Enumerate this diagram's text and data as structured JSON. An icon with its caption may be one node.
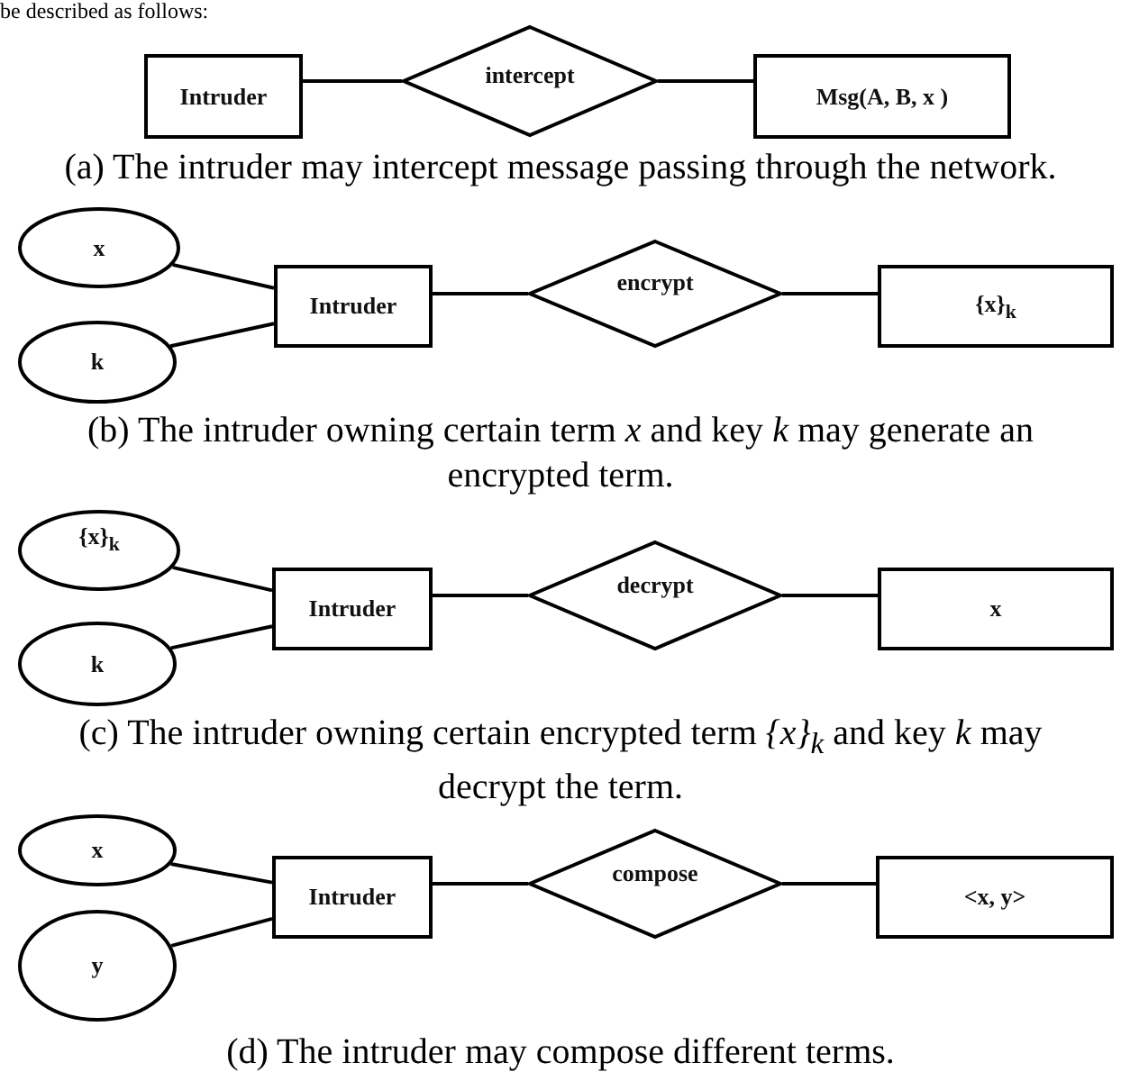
{
  "diagram": {
    "nodes": [
      {
        "text": [
          "Intruder"
        ]
      },
      {
        "text": [
          "intercept"
        ]
      },
      {
        "text": [
          "Msg(A, B, x )"
        ]
      },
      {
        "text": [
          "x"
        ]
      },
      {
        "text": [
          "k"
        ]
      },
      {
        "text": [
          "Intruder"
        ]
      },
      {
        "text": [
          "encrypt"
        ]
      },
      {
        "text": [
          "{x}$_{k}$"
        ]
      },
      {
        "text": [
          "{x}$_{k}$"
        ]
      },
      {
        "text": [
          "k"
        ]
      },
      {
        "text": [
          "Intruder"
        ]
      },
      {
        "text": [
          "decrypt"
        ]
      },
      {
        "text": [
          "x"
        ]
      },
      {
        "text": [
          "x"
        ]
      },
      {
        "text": [
          "y"
        ]
      },
      {
        "text": [
          "Intruder"
        ]
      },
      {
        "text": [
          "compose"
        ]
      },
      {
        "text": [
          "<x, y>"
        ]
      }
    ],
    "edges": [
      {
        "from": 0,
        "to": 1,
        "arrow": "none"
      },
      {
        "from": 1,
        "to": 2,
        "arrow": "none"
      },
      {
        "from": 3,
        "to": 5,
        "arrow": "none"
      },
      {
        "from": 4,
        "to": 5,
        "arrow": "none"
      },
      {
        "from": 5,
        "to": 6,
        "arrow": "none"
      },
      {
        "from": 6,
        "to": 7,
        "arrow": "none"
      },
      {
        "from": 8,
        "to": 10,
        "arrow": "none"
      },
      {
        "from": 9,
        "to": 10,
        "arrow": "none"
      },
      {
        "from": 10,
        "to": 11,
        "arrow": "none"
      },
      {
        "from": 11,
        "to": 12,
        "arrow": "none"
      },
      {
        "from": 13,
        "to": 15,
        "arrow": "none"
      },
      {
        "from": 14,
        "to": 15,
        "arrow": "none"
      },
      {
        "from": 15,
        "to": 16,
        "arrow": "none"
      },
      {
        "from": 16,
        "to": 17,
        "arrow": "none"
      }
    ],
    "labels": [
      "be described as follows:",
      "(a) The intruder may intercept message passing through the network.",
      "(b) The intruder owning certain term *x* and key *k* may generate an encrypted term.",
      "(c) The intruder owning certain encrypted term *{x}$_{k}$* and key *k* may decrypt the term.",
      "(d) The intruder may compose different terms."
    ]
  }
}
